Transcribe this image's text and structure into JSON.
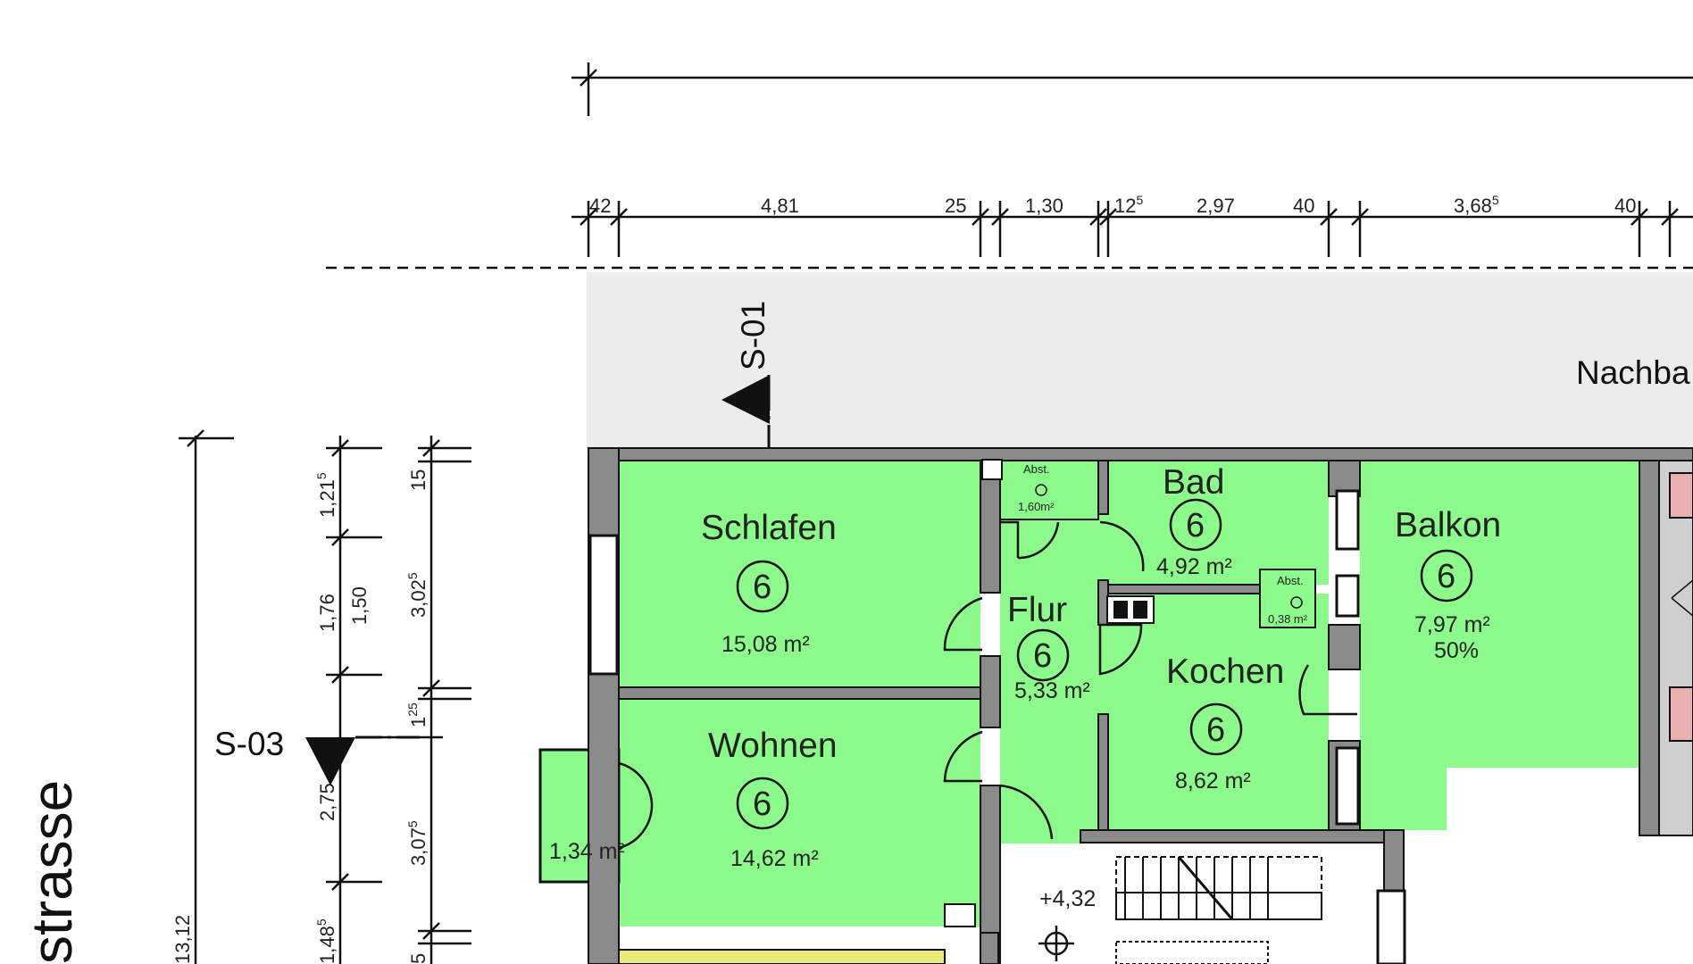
{
  "top_dimensions": {
    "segments": [
      {
        "main": "42",
        "sup": ""
      },
      {
        "main": "4,81",
        "sup": ""
      },
      {
        "main": "25",
        "sup": ""
      },
      {
        "main": "1,30",
        "sup": ""
      },
      {
        "main": "12",
        "sup": "5"
      },
      {
        "main": "2,97",
        "sup": ""
      },
      {
        "main": "40",
        "sup": ""
      },
      {
        "main": "3,68",
        "sup": "5"
      },
      {
        "main": "40",
        "sup": ""
      }
    ]
  },
  "left_dimensions": {
    "overall": "13,12",
    "column_a": [
      {
        "main": "1,21",
        "sup": "5"
      },
      {
        "main": "1,76",
        "sup": ""
      },
      {
        "main": "2,75",
        "sup": ""
      },
      {
        "main": "1,48",
        "sup": "5"
      }
    ],
    "column_a_inner": "1,50",
    "column_b": [
      {
        "main": "15",
        "sup": ""
      },
      {
        "main": "3,02",
        "sup": "5"
      },
      {
        "main": "1",
        "sup": "25"
      },
      {
        "main": "3,07",
        "sup": "5"
      },
      {
        "main": "5",
        "sup": ""
      }
    ]
  },
  "section_markers": {
    "s01": "S-01",
    "s03": "S-03"
  },
  "neighbor_label": "Nachba",
  "street_label": "strasse",
  "rooms": [
    {
      "name": "Schlafen",
      "number": "6",
      "area": "15,08 m²"
    },
    {
      "name": "Wohnen",
      "number": "6",
      "area": "14,62 m²"
    },
    {
      "name": "Flur",
      "number": "6",
      "area": "5,33 m²"
    },
    {
      "name": "Bad",
      "number": "6",
      "area": "4,92 m²"
    },
    {
      "name": "Kochen",
      "number": "6",
      "area": "8,62 m²"
    },
    {
      "name": "Balkon",
      "number": "6",
      "area": "7,97 m²",
      "extra": "50%"
    }
  ],
  "shafts": [
    {
      "label": "Abst.",
      "area": "1,60m²"
    },
    {
      "label": "Abst.",
      "area": "0,38 m²"
    }
  ],
  "small_balcony_area": "1,34 m²",
  "level_marker": "+4,32",
  "colors": {
    "room_fill": "#8cfb8c",
    "wall": "#8a8a8a",
    "neighbor_fill": "#ececec",
    "kitchen_strip": "#eaea7a",
    "neighbor_unit": "#e8b0b0"
  }
}
